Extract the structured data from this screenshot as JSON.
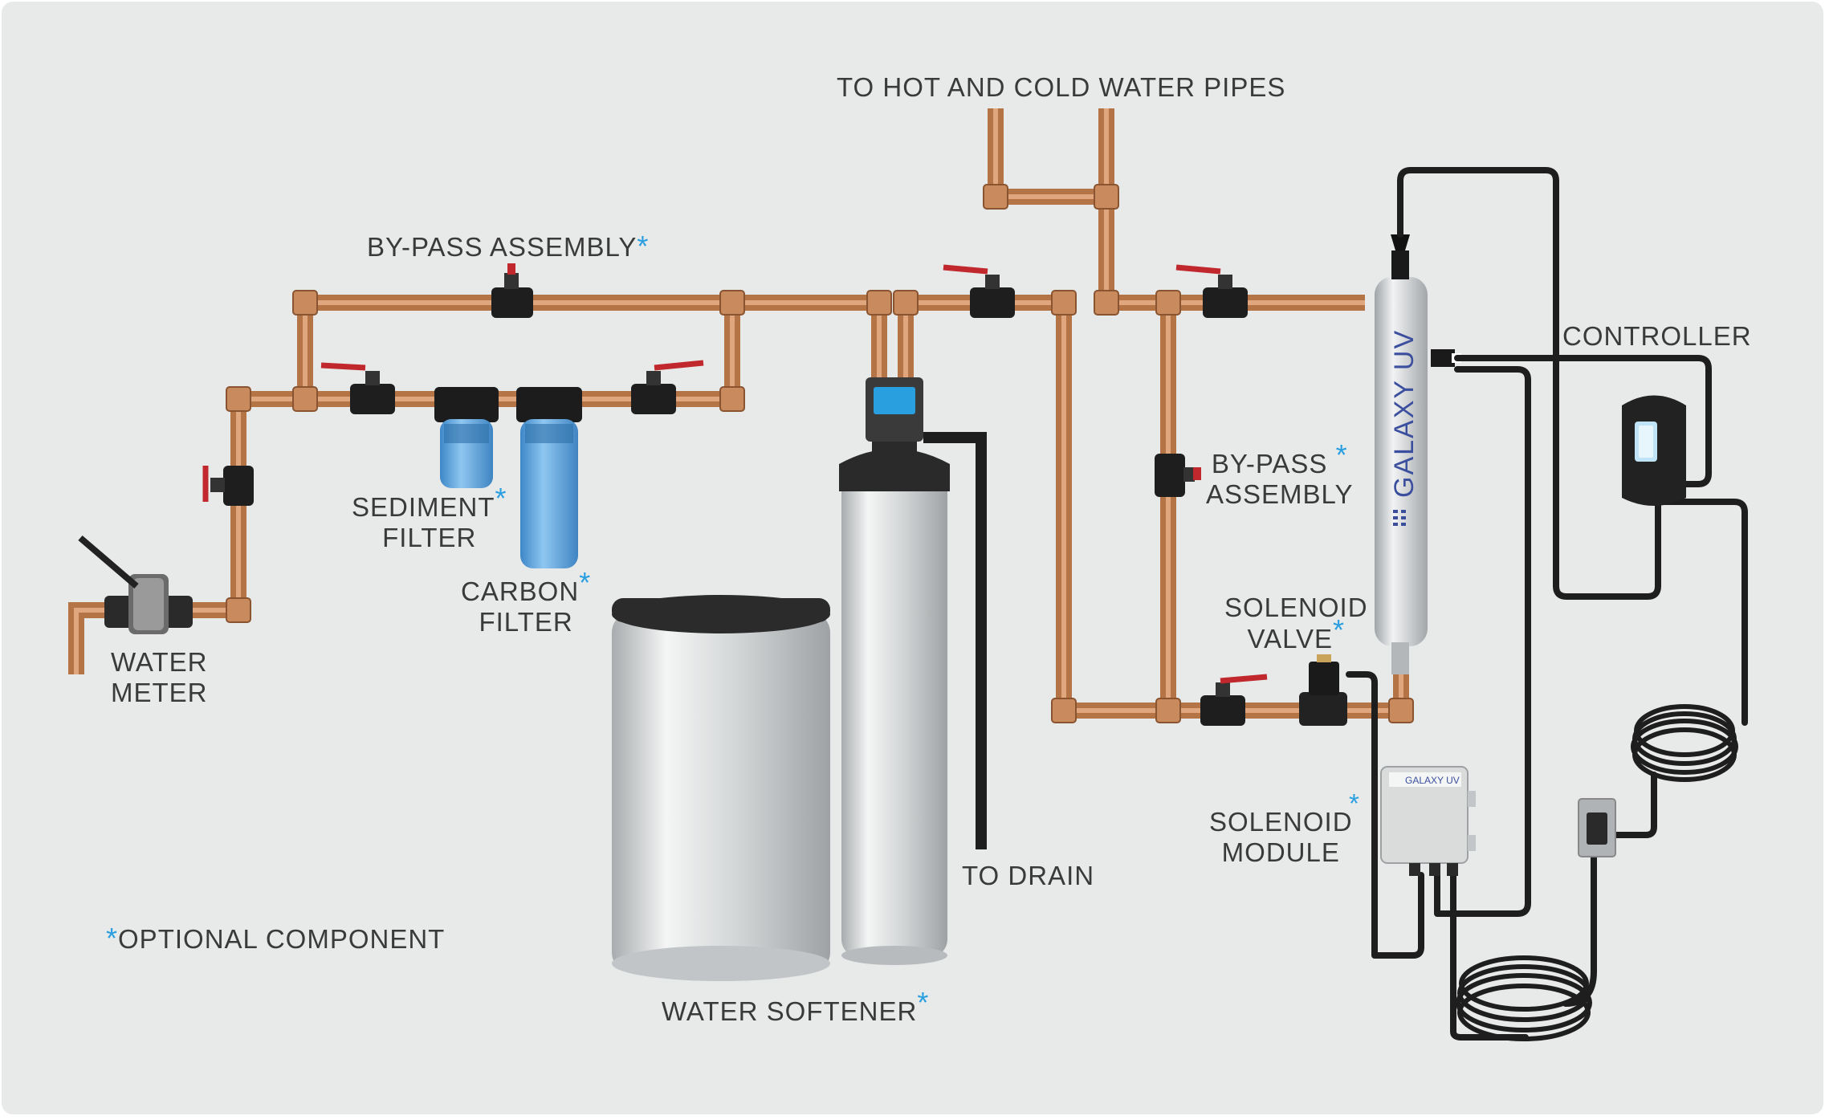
{
  "labels": {
    "hot_cold": "TO HOT AND COLD WATER PIPES",
    "bypass_top": "BY-PASS ASSEMBLY",
    "sediment_1": "SEDIMENT",
    "sediment_2": "FILTER",
    "carbon_1": "CARBON",
    "carbon_2": "FILTER",
    "water_meter_1": "WATER",
    "water_meter_2": "METER",
    "bypass_right_1": "BY-PASS",
    "bypass_right_2": "ASSEMBLY",
    "solenoid_valve_1": "SOLENOID",
    "solenoid_valve_2": "VALVE",
    "solenoid_module_1": "SOLENOID",
    "solenoid_module_2": "MODULE",
    "controller": "CONTROLLER",
    "to_drain": "TO DRAIN",
    "optional": "OPTIONAL COMPONENT",
    "water_softener": "WATER SOFTENER",
    "uv_brand": "GALAXY UV",
    "module_brand": "GALAXY UV",
    "star": "*"
  },
  "colors": {
    "background": "#e8eaea",
    "copper": "#c98a5e",
    "pipe_dark": "#2a2a2a",
    "accent_blue": "#2a9fe0",
    "filter_blue": "#5aa7de",
    "text": "#3a3a3a"
  }
}
